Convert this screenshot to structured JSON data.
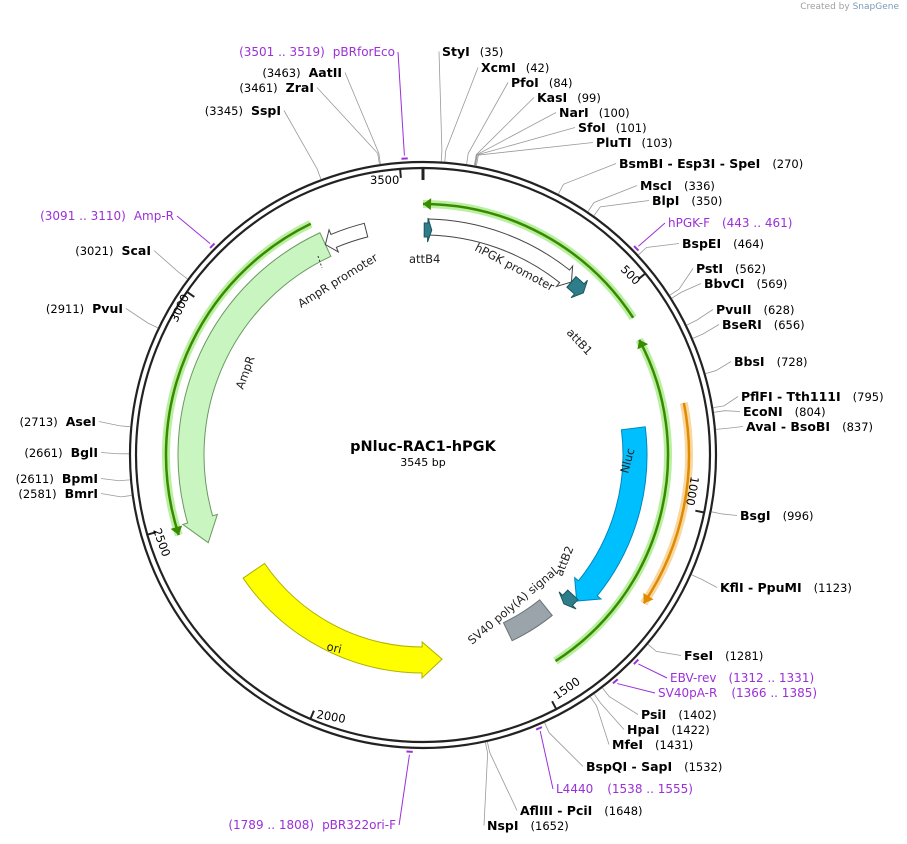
{
  "credit": {
    "prefix": "Created by",
    "brand": "SnapGene"
  },
  "plasmid": {
    "name": "pNluc-RAC1-hPGK",
    "length_label": "3545 bp",
    "length": 3545
  },
  "colors": {
    "primer": "#9b30d9",
    "ampr": "#c8f5c0",
    "nluc": "#00bfff",
    "ori": "#ffff00",
    "sv40": "#9aa4aa",
    "attb": "#2e7d8a",
    "promoter": "#ffffff",
    "orf_green": "#3a8a00",
    "orf_orange": "#e08a00"
  },
  "ticks": [
    "500",
    "1000",
    "1500",
    "2000",
    "2500",
    "3000",
    "3500"
  ],
  "features": [
    {
      "id": "hpgk",
      "label": "hPGK promoter"
    },
    {
      "id": "attb4",
      "label": "attB4"
    },
    {
      "id": "attb1",
      "label": "attB1"
    },
    {
      "id": "nluc",
      "label": "Nluc"
    },
    {
      "id": "attb2",
      "label": "attB2"
    },
    {
      "id": "sv40",
      "label": "SV40 poly(A) signal"
    },
    {
      "id": "ori",
      "label": "ori"
    },
    {
      "id": "ampr",
      "label": "AmpR"
    },
    {
      "id": "amprprom",
      "label": "AmpR promoter"
    }
  ],
  "enzymes": [
    {
      "name": "StyI",
      "pos": "(35)"
    },
    {
      "name": "XcmI",
      "pos": "(42)"
    },
    {
      "name": "PfoI",
      "pos": "(84)"
    },
    {
      "name": "KasI",
      "pos": "(99)"
    },
    {
      "name": "NarI",
      "pos": "(100)"
    },
    {
      "name": "SfoI",
      "pos": "(101)"
    },
    {
      "name": "PluTI",
      "pos": "(103)"
    },
    {
      "name": "BsmBI - Esp3I - SpeI",
      "pos": "(270)"
    },
    {
      "name": "MscI",
      "pos": "(336)"
    },
    {
      "name": "BlpI",
      "pos": "(350)"
    },
    {
      "name": "BspEI",
      "pos": "(464)"
    },
    {
      "name": "PstI",
      "pos": "(562)"
    },
    {
      "name": "BbvCI",
      "pos": "(569)"
    },
    {
      "name": "PvuII",
      "pos": "(628)"
    },
    {
      "name": "BseRI",
      "pos": "(656)"
    },
    {
      "name": "BbsI",
      "pos": "(728)"
    },
    {
      "name": "PflFI - Tth111I",
      "pos": "(795)"
    },
    {
      "name": "EcoNI",
      "pos": "(804)"
    },
    {
      "name": "AvaI - BsoBI",
      "pos": "(837)"
    },
    {
      "name": "BsgI",
      "pos": "(996)"
    },
    {
      "name": "KflI - PpuMI",
      "pos": "(1123)"
    },
    {
      "name": "FseI",
      "pos": "(1281)"
    },
    {
      "name": "PsiI",
      "pos": "(1402)"
    },
    {
      "name": "HpaI",
      "pos": "(1422)"
    },
    {
      "name": "MfeI",
      "pos": "(1431)"
    },
    {
      "name": "BspQI - SapI",
      "pos": "(1532)"
    },
    {
      "name": "AflIII - PciI",
      "pos": "(1648)"
    },
    {
      "name": "NspI",
      "pos": "(1652)"
    },
    {
      "name": "BmrI",
      "pos": "(2581)"
    },
    {
      "name": "BpmI",
      "pos": "(2611)"
    },
    {
      "name": "BglI",
      "pos": "(2661)"
    },
    {
      "name": "AseI",
      "pos": "(2713)"
    },
    {
      "name": "PvuI",
      "pos": "(2911)"
    },
    {
      "name": "ScaI",
      "pos": "(3021)"
    },
    {
      "name": "SspI",
      "pos": "(3345)"
    },
    {
      "name": "ZraI",
      "pos": "(3461)"
    },
    {
      "name": "AatII",
      "pos": "(3463)"
    }
  ],
  "primers": [
    {
      "name": "pBRforEco",
      "range": "(3501 .. 3519)"
    },
    {
      "name": "hPGK-F",
      "range": "(443 .. 461)"
    },
    {
      "name": "Amp-R",
      "range": "(3091 .. 3110)"
    },
    {
      "name": "EBV-rev",
      "range": "(1312 .. 1331)"
    },
    {
      "name": "SV40pA-R",
      "range": "(1366 .. 1385)"
    },
    {
      "name": "L4440",
      "range": "(1538 .. 1555)"
    },
    {
      "name": "pBR322ori-F",
      "range": "(1789 .. 1808)"
    }
  ]
}
